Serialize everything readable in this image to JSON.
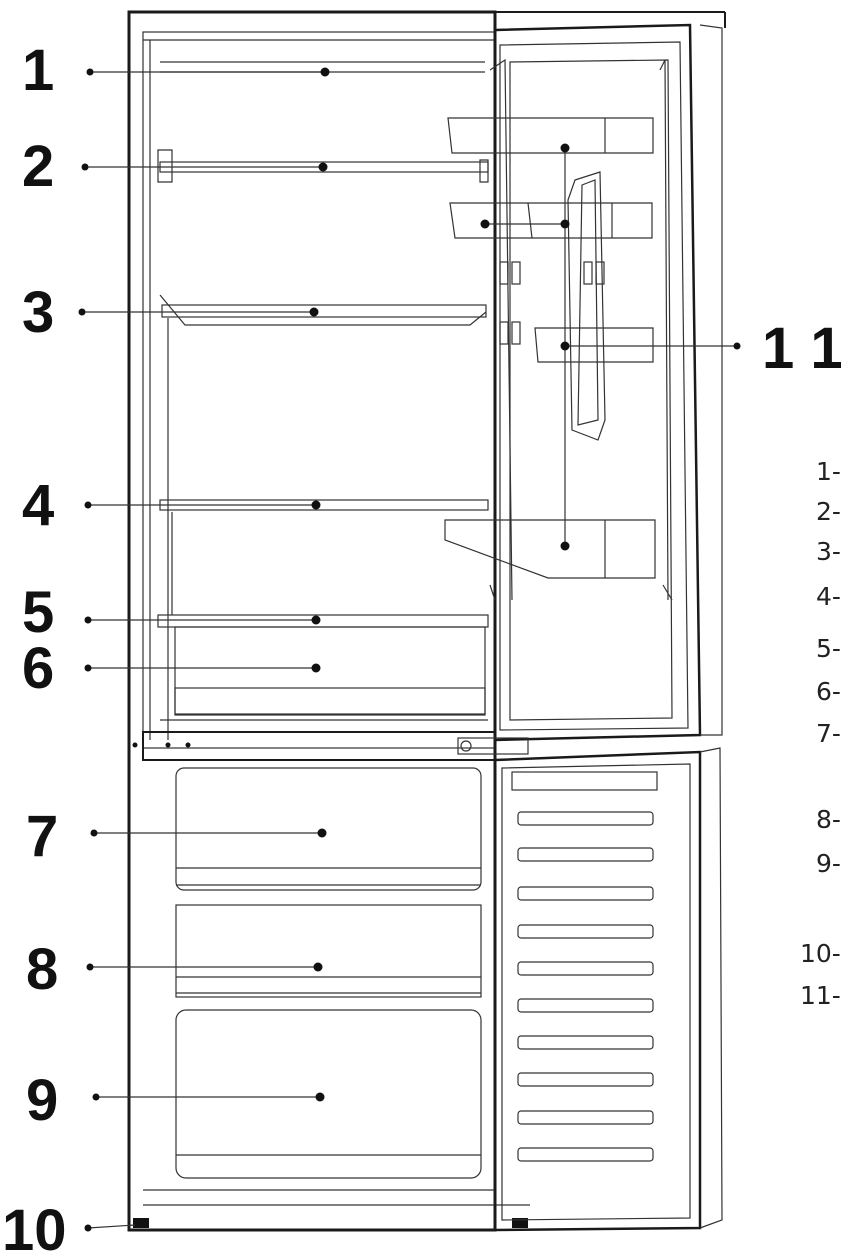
{
  "callouts": [
    {
      "number": "1"
    },
    {
      "number": "2"
    },
    {
      "number": "3"
    },
    {
      "number": "4"
    },
    {
      "number": "5"
    },
    {
      "number": "6"
    },
    {
      "number": "7"
    },
    {
      "number": "8"
    },
    {
      "number": "9"
    },
    {
      "number": "10"
    },
    {
      "number": "1 1"
    }
  ],
  "legend": [
    "1-",
    "2-",
    "3-",
    "4-",
    "5-",
    "6-",
    "7-",
    "8-",
    "9-",
    "10-",
    "11-"
  ]
}
